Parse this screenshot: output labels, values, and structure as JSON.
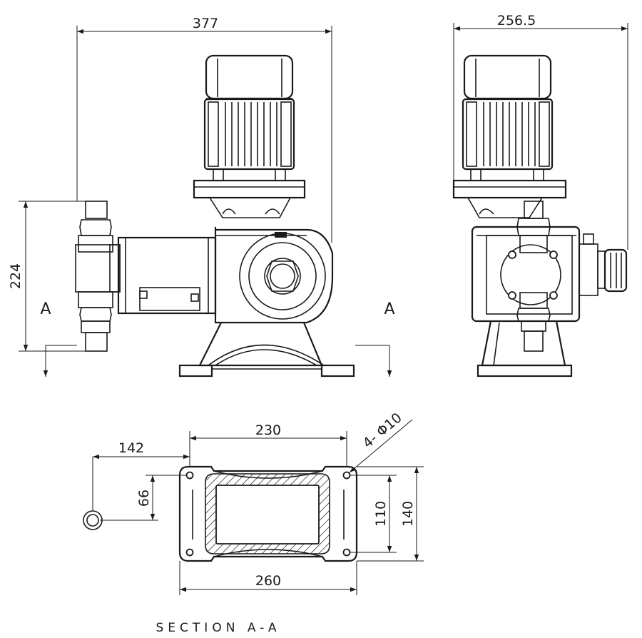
{
  "dimensions": {
    "overall_width": "377",
    "side_width": "256.5",
    "inlet_height": "224",
    "pipe_offset": "142",
    "pipe_height": "66",
    "base_inner_length": "230",
    "base_outer_length": "260",
    "hole_spacing": "110",
    "base_depth": "140",
    "mounting_holes": "4- Φ10"
  },
  "labels": {
    "section_mark_left": "A",
    "section_mark_right": "A",
    "section_caption": "SECTION A-A"
  }
}
